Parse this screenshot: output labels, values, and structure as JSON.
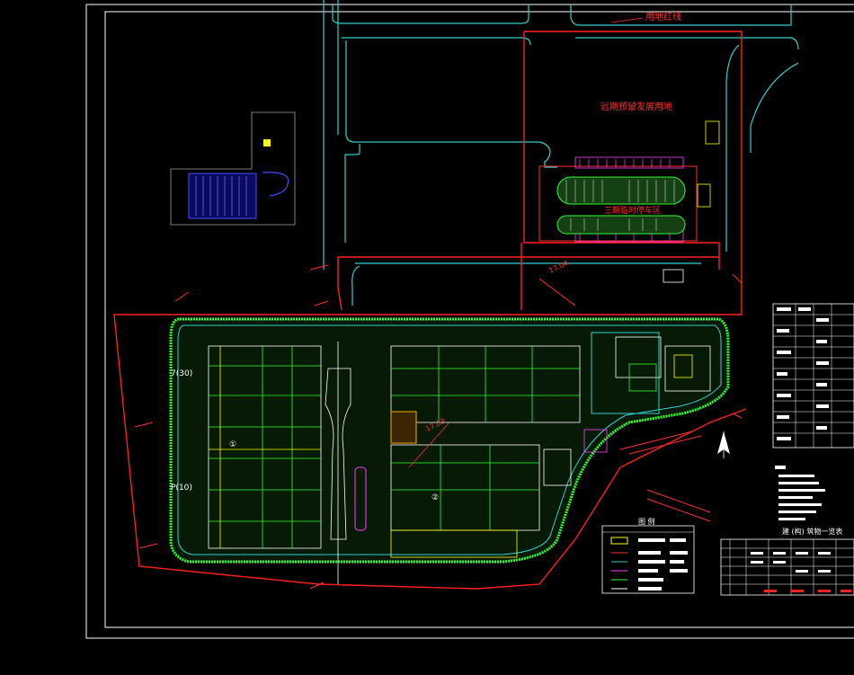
{
  "colors": {
    "background": "#000000",
    "frame": "#ffffff",
    "boundary_red": "#ff2020",
    "road_cyan": "#30d0d0",
    "grid_green": "#30ff30",
    "yellow": "#ffff00",
    "magenta": "#ff30ff",
    "blue": "#3040ff",
    "grey": "#a0a0a0"
  },
  "labels": {
    "red_line": "用地红线",
    "reserve_land": "远期预留发展用地",
    "parking_area": "三期临时停车区",
    "grid_label_7": "7(30)",
    "grid_label_p": "P(10)",
    "dim_a": "17.04",
    "dim_b": "17.03",
    "legend_title": "图 例",
    "table_title": "建 (构) 筑物一览表"
  },
  "icons": {
    "north_arrow": "north-arrow-icon"
  }
}
